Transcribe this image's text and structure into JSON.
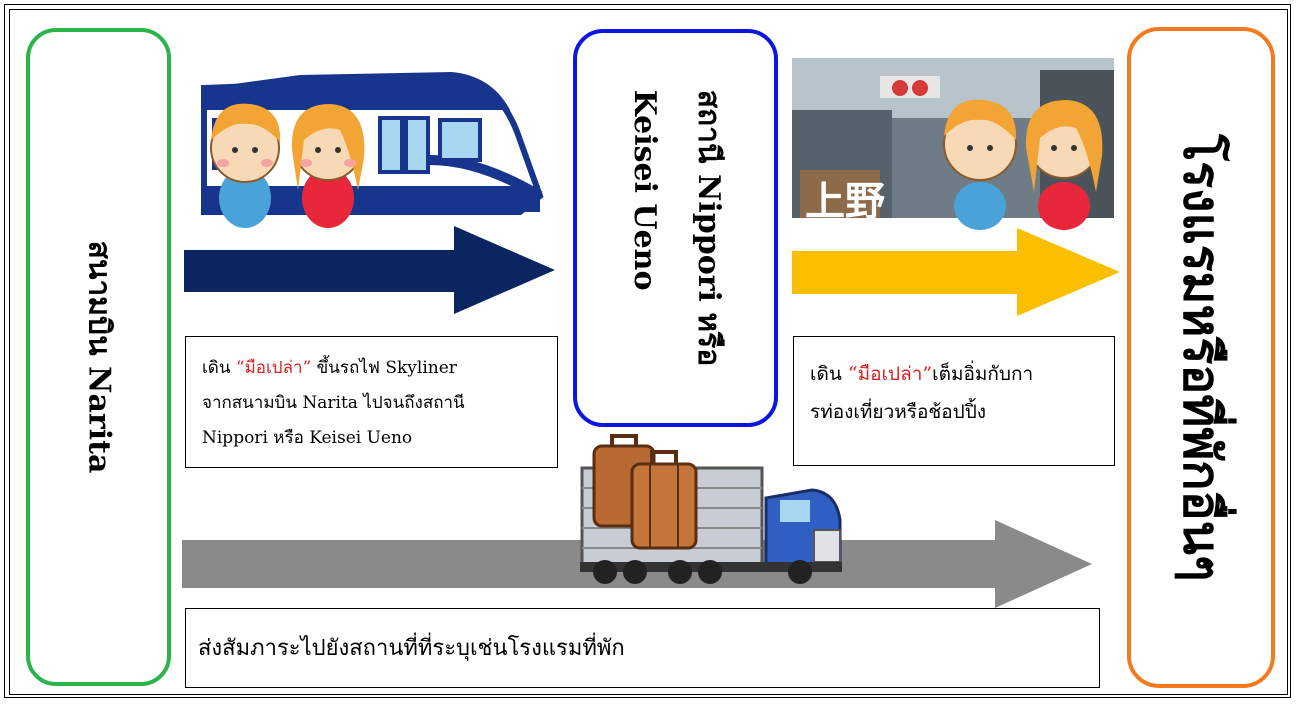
{
  "boxes": {
    "airport": "สนามบิน Narita",
    "station_line1": "สถานี Nippori  หรือ",
    "station_line2": "Keisei  Ueno",
    "hotel": "โรงแรมหรือที่พักอื่นๆ"
  },
  "notes": {
    "train": {
      "prefix": "เดิน ",
      "highlight": "“มือเปล่า”",
      "line1_rest": " ขึ้นรถไฟ Skyliner",
      "line2": "จากสนามบิน Narita  ไปจนถึงสถานี",
      "line3": "Nippori  หรือ Keisei  Ueno"
    },
    "walk": {
      "prefix": "เดิน ",
      "highlight": "“มือเปล่า”",
      "line1_rest": "เต็มอิ่มกับกา",
      "line2": "รท่องเที่ยวหรือช้อปปิ้ง"
    },
    "luggage": "ส่งสัมภาระไปยังสถานที่ที่ระบุเช่นโรงแรมที่พัก"
  },
  "photo_sign": "上野",
  "colors": {
    "green": "#2bb44a",
    "blue": "#0b16e0",
    "orange": "#f47a1f",
    "navy_arrow": "#0b2560",
    "yellow_arrow": "#fbbf00",
    "gray_arrow": "#8a8a8a",
    "highlight_red": "#e01f1f"
  }
}
